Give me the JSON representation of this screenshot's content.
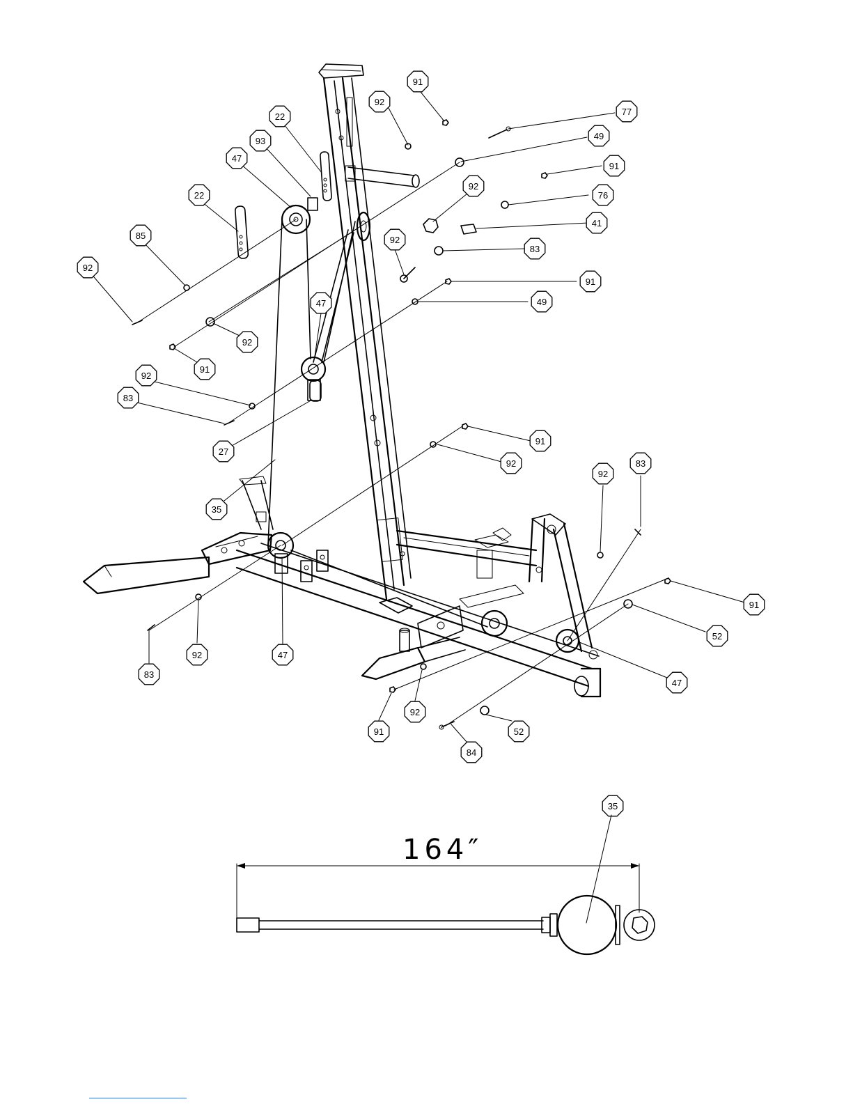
{
  "callouts": [
    "91",
    "92",
    "77",
    "49",
    "22",
    "93",
    "47",
    "91",
    "22",
    "92",
    "76",
    "41",
    "85",
    "92",
    "83",
    "92",
    "91",
    "49",
    "92",
    "47",
    "91",
    "92",
    "83",
    "27",
    "91",
    "92",
    "92",
    "83",
    "35",
    "91",
    "52",
    "92",
    "47",
    "47",
    "52",
    "91",
    "92",
    "84",
    "83",
    "35"
  ],
  "dimension": {
    "label": "164″"
  },
  "colors": {
    "line": "#000000",
    "background": "#ffffff",
    "footer_rule": "#3a6fd8"
  }
}
